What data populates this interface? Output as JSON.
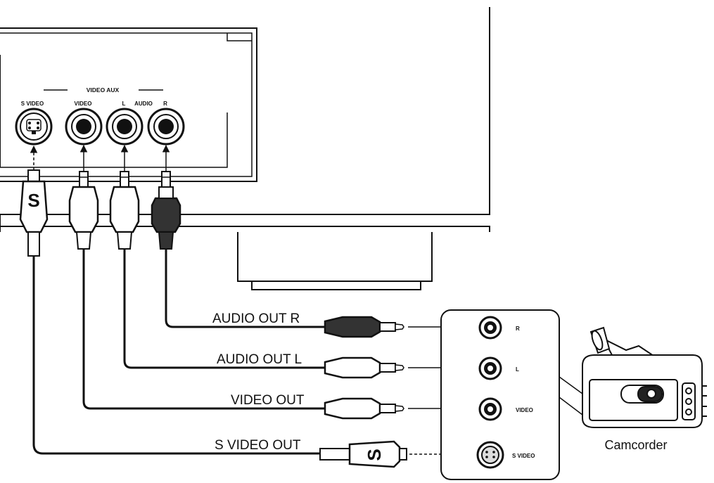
{
  "panel": {
    "group_label": "VIDEO AUX",
    "jack_svideo": "S VIDEO",
    "jack_video": "VIDEO",
    "jack_l": "L",
    "jack_audio": "AUDIO",
    "jack_r": "R"
  },
  "plug_letter": "S",
  "cables": {
    "audio_out_r": "AUDIO OUT R",
    "audio_out_l": "AUDIO OUT L",
    "video_out": "VIDEO OUT",
    "s_video_out": "S VIDEO OUT"
  },
  "camcorder": {
    "jack_r": "R",
    "jack_l": "L",
    "jack_video": "VIDEO",
    "jack_svideo": "S VIDEO",
    "caption": "Camcorder"
  }
}
